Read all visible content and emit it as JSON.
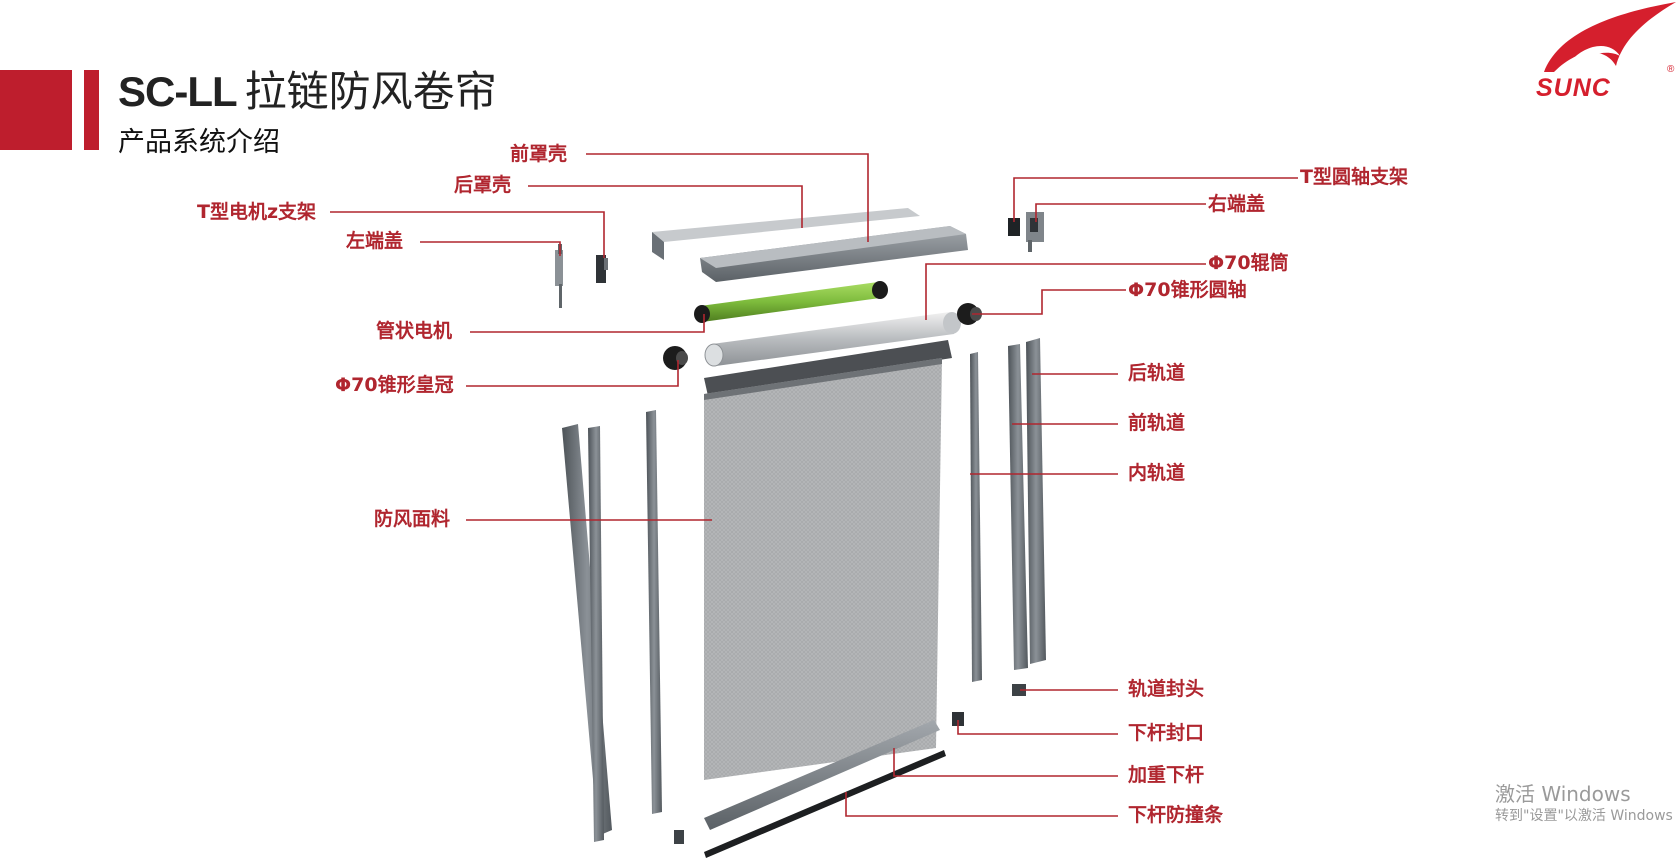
{
  "header": {
    "title_code": "SC-LL",
    "title_rest": "拉链防风卷帘",
    "subtitle": "产品系统介绍"
  },
  "logo": {
    "brand": "SUNC",
    "registered_mark": "®",
    "color": "#d51f2d"
  },
  "parts": {
    "front_cover": "前罩壳",
    "rear_cover": "后罩壳",
    "t_motor_bracket": "T型电机z支架",
    "left_end_cap": "左端盖",
    "tubular_motor": "管状电机",
    "crown": "Φ70锥形皇冠",
    "fabric": "防风面料",
    "t_shaft_bracket": "T型圆轴支架",
    "right_end_cap": "右端盖",
    "roller_tube": "Φ70辊筒",
    "cone_shaft": "Φ70锥形圆轴",
    "rear_track": "后轨道",
    "front_track": "前轨道",
    "inner_track": "内轨道",
    "track_end_cap": "轨道封头",
    "bottom_bar_cap": "下杆封口",
    "weighted_bar": "加重下杆",
    "bottom_bar_strip": "下杆防撞条"
  },
  "watermark": {
    "line1": "激活 Windows",
    "line2": "转到\"设置\"以激活 Windows"
  },
  "colors": {
    "accent_red": "#be1e2d",
    "label_red": "#b0262f",
    "motor_green": "#7dbb3c",
    "profile_grey": "#6d7379"
  }
}
